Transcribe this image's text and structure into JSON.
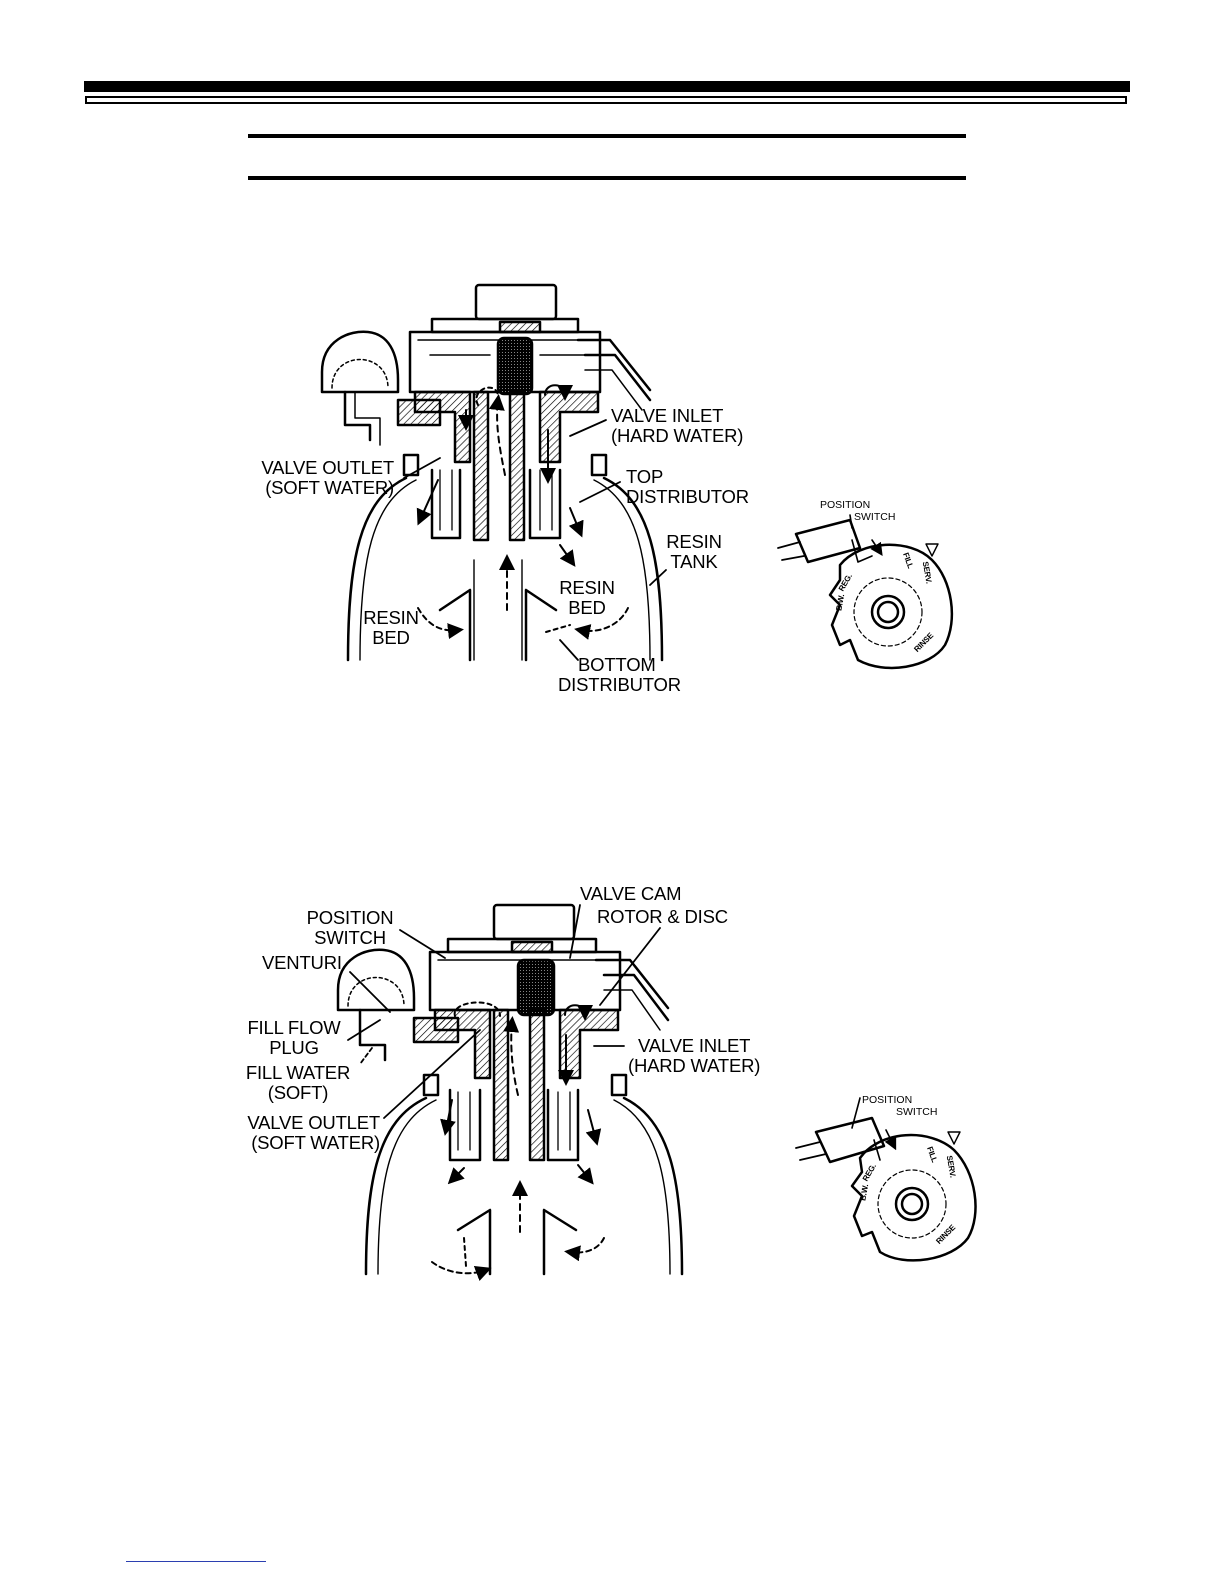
{
  "figure_top": {
    "labels": {
      "valve_inlet": [
        "VALVE INLET",
        "(HARD WATER)"
      ],
      "valve_outlet": [
        "VALVE OUTLET",
        "(SOFT WATER)"
      ],
      "top_distributor": [
        "TOP",
        "DISTRIBUTOR"
      ],
      "resin_tank": [
        "RESIN",
        "TANK"
      ],
      "resin_bed_right": [
        "RESIN",
        "BED"
      ],
      "resin_bed_left": [
        "RESIN",
        "BED"
      ],
      "bottom_distributor": [
        "BOTTOM",
        "DISTRIBUTOR"
      ]
    },
    "position_switch": [
      "POSITION",
      "SWITCH"
    ],
    "dial_marks": [
      "FILL",
      "SERV.",
      "REG.",
      "B.W.",
      "RINSE"
    ]
  },
  "figure_bottom": {
    "labels": {
      "valve_cam": "VALVE CAM",
      "rotor_disc": "ROTOR & DISC",
      "position_switch": [
        "POSITION",
        "SWITCH"
      ],
      "venturi": "VENTURI",
      "fill_flow_plug": [
        "FILL FLOW",
        "PLUG"
      ],
      "fill_water": [
        "FILL WATER",
        "(SOFT)"
      ],
      "valve_outlet": [
        "VALVE OUTLET",
        "(SOFT WATER)"
      ],
      "valve_inlet": [
        "VALVE INLET",
        "(HARD WATER)"
      ]
    },
    "position_switch_small": [
      "POSITION",
      "SWITCH"
    ],
    "dial_marks": [
      "FILL",
      "SERV.",
      "REG.",
      "B.W.",
      "RINSE"
    ]
  },
  "colors": {
    "ink": "#000000",
    "paper": "#ffffff",
    "footer_link": "#2b3fb0"
  }
}
